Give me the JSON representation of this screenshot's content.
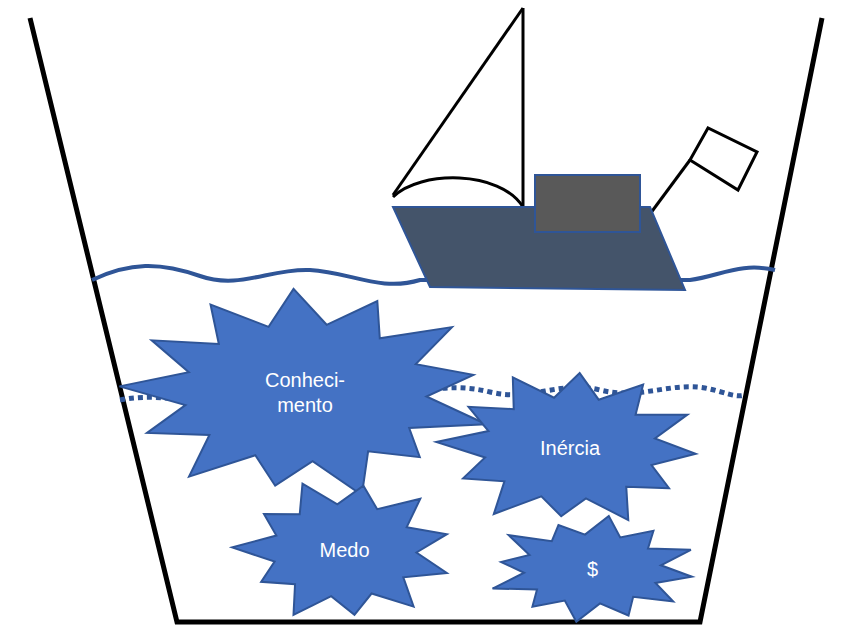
{
  "diagram": {
    "nodes": [
      {
        "text": [
          "Conheci- mento"
        ]
      },
      {
        "text": [
          "Inércia"
        ]
      },
      {
        "text": [
          "Medo"
        ]
      },
      {
        "text": [
          "$"
        ]
      }
    ]
  }
}
